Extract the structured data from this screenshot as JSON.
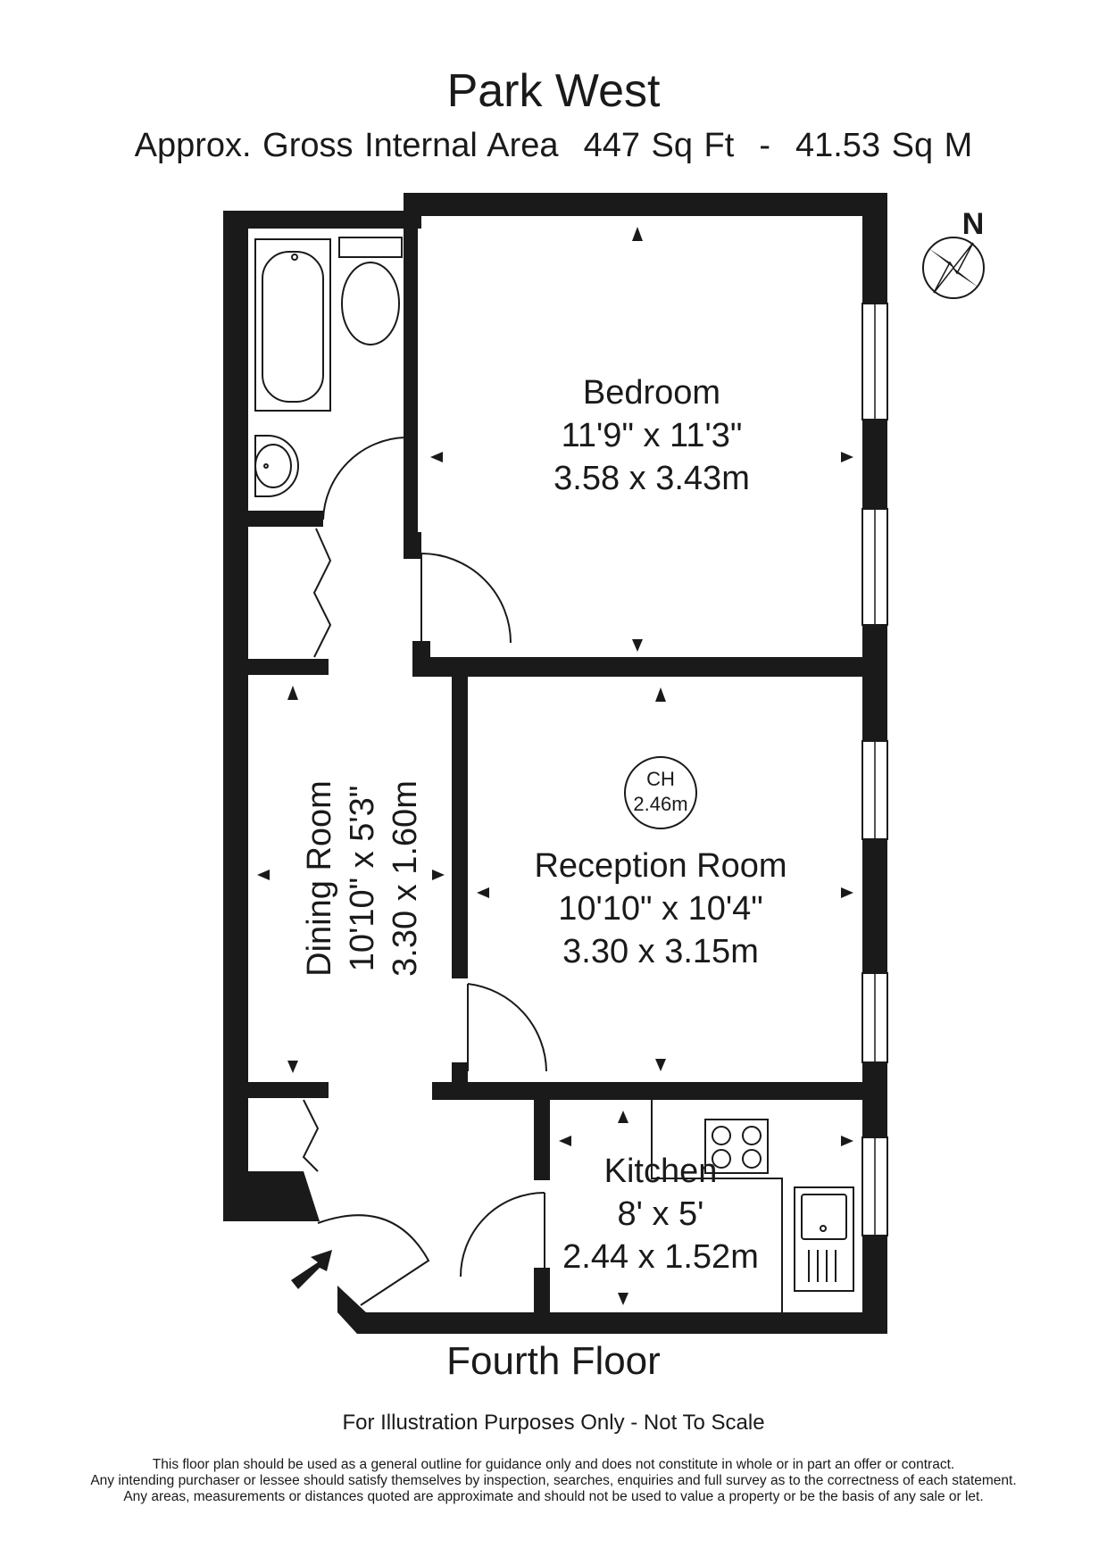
{
  "header": {
    "title": "Park West",
    "area_label": "Approx. Gross Internal Area",
    "area_sqft": "447 Sq Ft",
    "area_sep": "-",
    "area_sqm": "41.53 Sq M"
  },
  "compass": {
    "label": "N"
  },
  "rooms": {
    "bedroom": {
      "name": "Bedroom",
      "imperial": "11'9\" x 11'3\"",
      "metric": "3.58 x 3.43m"
    },
    "reception": {
      "name": "Reception Room",
      "imperial": "10'10\" x 10'4\"",
      "metric": "3.30 x 3.15m"
    },
    "dining": {
      "name": "Dining Room",
      "imperial": "10'10\" x 5'3\"",
      "metric": "3.30 x 1.60m"
    },
    "kitchen": {
      "name": "Kitchen",
      "imperial": "8' x 5'",
      "metric": "2.44 x 1.52m"
    }
  },
  "ceiling": {
    "label": "CH",
    "height": "2.46m"
  },
  "footer": {
    "floor": "Fourth Floor",
    "note": "For Illustration Purposes Only - Not To Scale",
    "disclaimer": [
      "This floor plan should be used as a general outline for guidance only and does not constitute in whole or in part an offer or contract.",
      "Any intending purchaser or lessee should satisfy themselves by inspection, searches, enquiries and full survey as to the correctness of each statement.",
      "Any areas, measurements or distances quoted are approximate and should not be used to value a property or be the basis of any sale or let."
    ]
  }
}
